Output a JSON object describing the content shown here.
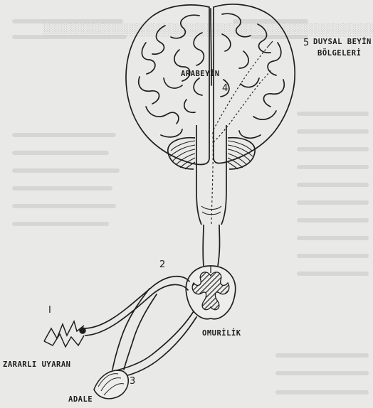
{
  "figure": {
    "labels": {
      "sensory_areas_line1": "DUYSAL BEYİN",
      "sensory_areas_line2": "BÖLGELERİ",
      "midbrain": "ARABEYİN",
      "spinal_cord": "OMURİLİK",
      "harmful_stimulus": "ZARARLI UYARAN",
      "muscle": "ADALE"
    },
    "numbers": {
      "n1": "I",
      "n2": "2",
      "n3": "3",
      "n4": "4",
      "n5": "5"
    }
  }
}
